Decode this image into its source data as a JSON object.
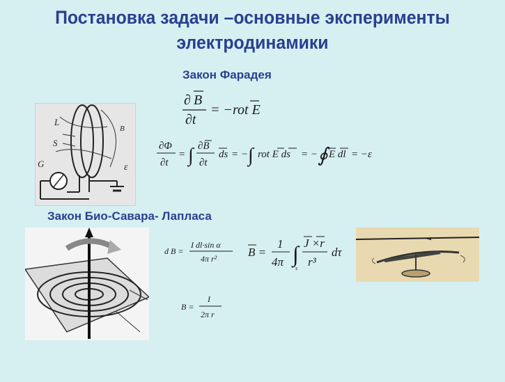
{
  "title_line1": "Постановка задачи –основные эксперименты",
  "title_line2": "электродинамики",
  "faraday": {
    "heading": "Закон Фарадея",
    "eq1_lhs_num": "∂B",
    "eq1_lhs_den": "∂t",
    "eq1_rhs": "= −rot E",
    "eq2": "∂Φ/∂t = ∫ ∂B/∂t ds = −∫ rot E ds = −∮ E dl = −ε",
    "figure_labels": [
      "L",
      "S",
      "G",
      "B",
      "ε"
    ]
  },
  "biot_savart": {
    "heading": "Закон Био-Савара- Лапласа",
    "eq_db": "dB = I dl·sinα / 4πr²",
    "eq_b_integral": "B = 1/4π ∫ J×r / r³ dτ",
    "eq_b_line": "B = I / 2πr",
    "integral_sub": "s"
  },
  "colors": {
    "background": "#d6f0f2",
    "heading": "#2a3f8f",
    "formula": "#1a1a1a",
    "photo_bg": "#e9d9b0"
  }
}
